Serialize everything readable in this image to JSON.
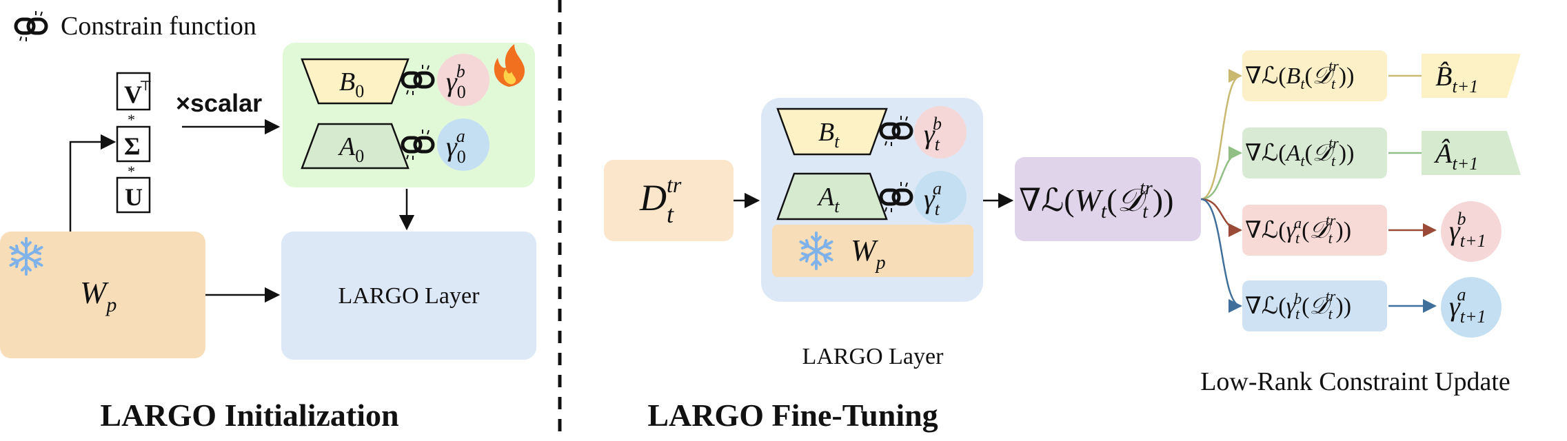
{
  "legend": {
    "label": "Constrain function",
    "icon": "chain-link-icon"
  },
  "left": {
    "caption": "LARGO Initialization",
    "svd": {
      "v": "V",
      "v_sup": "⊤",
      "sigma": "Σ",
      "u": "U",
      "dot": "*"
    },
    "scalar_label": "×scalar",
    "adapter": {
      "b": {
        "main": "B",
        "sub": "0"
      },
      "a": {
        "main": "A",
        "sub": "0"
      },
      "gamma_b": {
        "main": "γ",
        "sub": "0",
        "sup": "b"
      },
      "gamma_a": {
        "main": "γ",
        "sub": "0",
        "sup": "a"
      },
      "fire_icon": "fire-icon"
    },
    "wp": {
      "main": "W",
      "sub": "p",
      "icon": "snowflake-icon"
    },
    "layer_label": "LARGO Layer"
  },
  "right": {
    "caption": "LARGO Fine-Tuning",
    "data": {
      "main": "D",
      "sub": "t",
      "sup": "tr"
    },
    "layer": {
      "label": "LARGO Layer",
      "b": {
        "main": "B",
        "sub": "t"
      },
      "a": {
        "main": "A",
        "sub": "t"
      },
      "gamma_b": {
        "main": "γ",
        "sub": "t",
        "sup": "b"
      },
      "gamma_a": {
        "main": "γ",
        "sub": "t",
        "sup": "a"
      },
      "wp": {
        "main": "W",
        "sub": "p",
        "icon": "snowflake-icon"
      }
    },
    "gradient": {
      "prefix": "∇ℒ(",
      "w": "W",
      "w_sub": "t",
      "open": "(",
      "d": "𝒟",
      "d_sub": "t",
      "d_sup": "tr",
      "close": "))"
    },
    "update_caption": "Low-Rank Constraint Update",
    "branches": [
      {
        "id": "b",
        "arg": "B",
        "arg_sub": "t",
        "arg_sup": "",
        "out": "B̂",
        "out_sub": "t+1",
        "out_sup": "",
        "color": "#fbf0c8",
        "arrow": "#c9b870"
      },
      {
        "id": "a",
        "arg": "A",
        "arg_sub": "t",
        "arg_sup": "",
        "out": "Â",
        "out_sub": "t+1",
        "out_sup": "",
        "color": "#d8ead3",
        "arrow": "#8fbf84"
      },
      {
        "id": "gamma-a",
        "arg": "γ",
        "arg_sub": "t",
        "arg_sup": "a",
        "out": "γ",
        "out_sub": "t+1",
        "out_sup": "b",
        "color": "#f7d9d6",
        "arrow": "#9a4a36"
      },
      {
        "id": "gamma-b",
        "arg": "γ",
        "arg_sub": "t",
        "arg_sup": "b",
        "out": "γ",
        "out_sub": "t+1",
        "out_sup": "a",
        "color": "#cfe2f3",
        "arrow": "#3f6f9a"
      }
    ],
    "grad_common": {
      "prefix": "∇ℒ(",
      "open": "(",
      "d": "𝒟",
      "d_sub": "t",
      "d_sup": "tr",
      "close": "))"
    }
  },
  "colors": {
    "beige": "#fbe6cc",
    "wp": "#f7deb9",
    "blue_layer": "#dde8f7",
    "green_panel": "#e2f9d8",
    "trap_b": "#fdf1c6",
    "trap_a": "#d6ead0",
    "gamma_pink": "#f5d7d8",
    "gamma_blue": "#c5dff2",
    "purple": "#e0d4ea"
  }
}
